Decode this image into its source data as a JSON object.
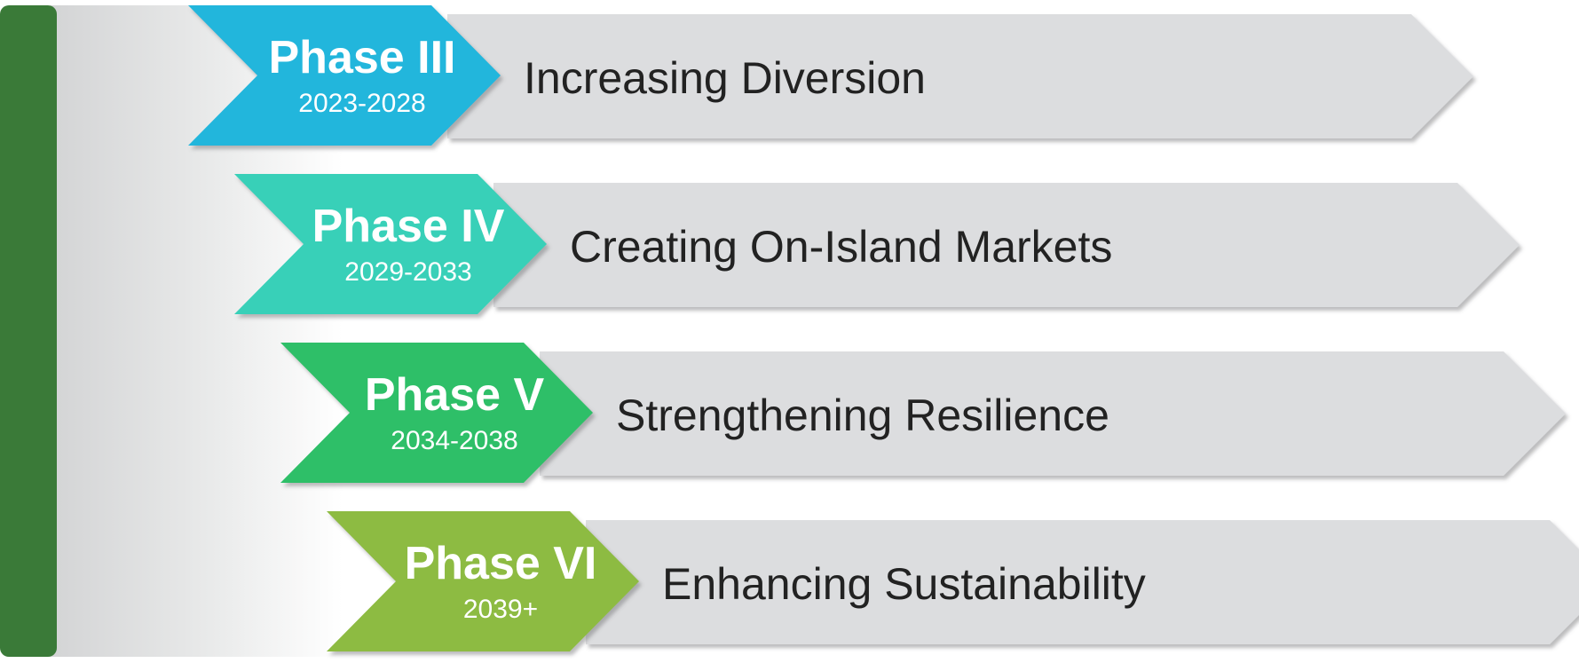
{
  "colors": {
    "sidebar_dark": "#3a7a38",
    "sidebar_light": "#d8d9da",
    "body_gray": "#dcdddf",
    "body_shadow": "#a9aaad",
    "phase_3": "#21b6dc",
    "phase_4": "#38d0b8",
    "phase_5": "#2dbf68",
    "phase_6": "#8dbb42",
    "desc_text": "#222222"
  },
  "phases": [
    {
      "title": "Phase III",
      "years": "2023-2028",
      "description": "Increasing Diversion",
      "color": "#21b6dc"
    },
    {
      "title": "Phase IV",
      "years": "2029-2033",
      "description": "Creating On-Island Markets",
      "color": "#38d0b8"
    },
    {
      "title": "Phase V",
      "years": "2034-2038",
      "description": "Strengthening Resilience",
      "color": "#2dbf68"
    },
    {
      "title": "Phase VI",
      "years": "2039+",
      "description": "Enhancing Sustainability",
      "color": "#8dbb42"
    }
  ]
}
